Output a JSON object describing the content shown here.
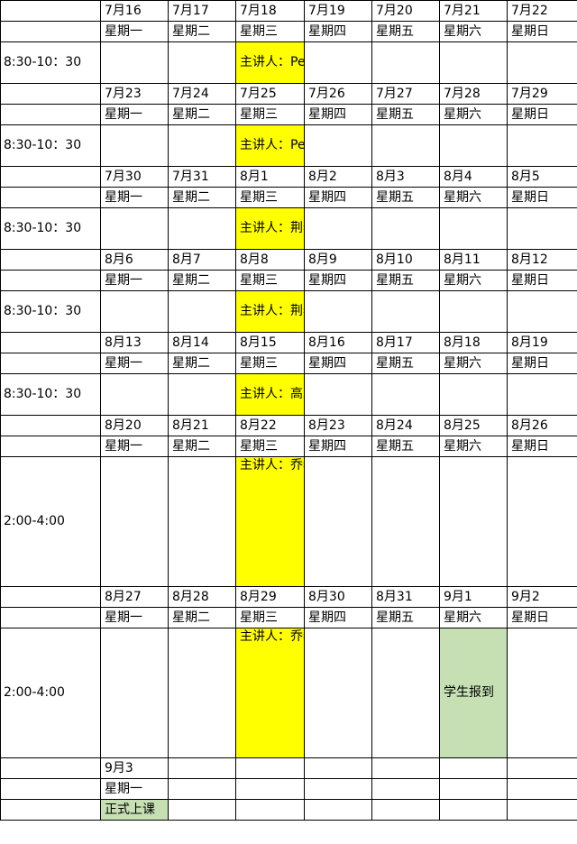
{
  "weekdays": [
    "星期一",
    "星期二",
    "星期三",
    "星期四",
    "星期五",
    "星期六",
    "星期日"
  ],
  "weeks": [
    {
      "dates": [
        "7月16",
        "7月17",
        "7月18",
        "7月19",
        "7月20",
        "7月21",
        "7月22"
      ],
      "time": "8:30-10：30",
      "lecture": "主讲人：Peter"
    },
    {
      "dates": [
        "7月23",
        "7月24",
        "7月25",
        "7月26",
        "7月27",
        "7月28",
        "7月29"
      ],
      "time": "8:30-10：30",
      "lecture": "主讲人：Peter"
    },
    {
      "dates": [
        "7月30",
        "7月31",
        "8月1",
        "8月2",
        "8月3",
        "8月4",
        "8月5"
      ],
      "time": "8:30-10：30",
      "lecture": "主讲人：荆老师"
    },
    {
      "dates": [
        "8月6",
        "8月7",
        "8月8",
        "8月9",
        "8月10",
        "8月11",
        "8月12"
      ],
      "time": "8:30-10：30",
      "lecture": "主讲人：荆老师"
    },
    {
      "dates": [
        "8月13",
        "8月14",
        "8月15",
        "8月16",
        "8月17",
        "8月18",
        "8月19"
      ],
      "time": "8:30-10：30",
      "lecture": "主讲人：高主任"
    },
    {
      "dates": [
        "8月20",
        "8月21",
        "8月22",
        "8月23",
        "8月24",
        "8月25",
        "8月26"
      ],
      "time": "2:00-4:00",
      "lecture": "主讲人：乔老师（巧用冠词，形容词预判听力答案）"
    },
    {
      "dates": [
        "8月27",
        "8月28",
        "8月29",
        "8月30",
        "8月31",
        "9月1",
        "9月2"
      ],
      "time": "2:00-4:00",
      "lecture": "主讲人：乔老师（音标对于单词记忆的重要性）",
      "saturday_note": "学生报到"
    }
  ],
  "final": {
    "date": "9月3",
    "weekday": "星期一",
    "note": "正式上课"
  },
  "colors": {
    "lecture_highlight": "#ffff00",
    "event_highlight": "#c6e0b4"
  }
}
